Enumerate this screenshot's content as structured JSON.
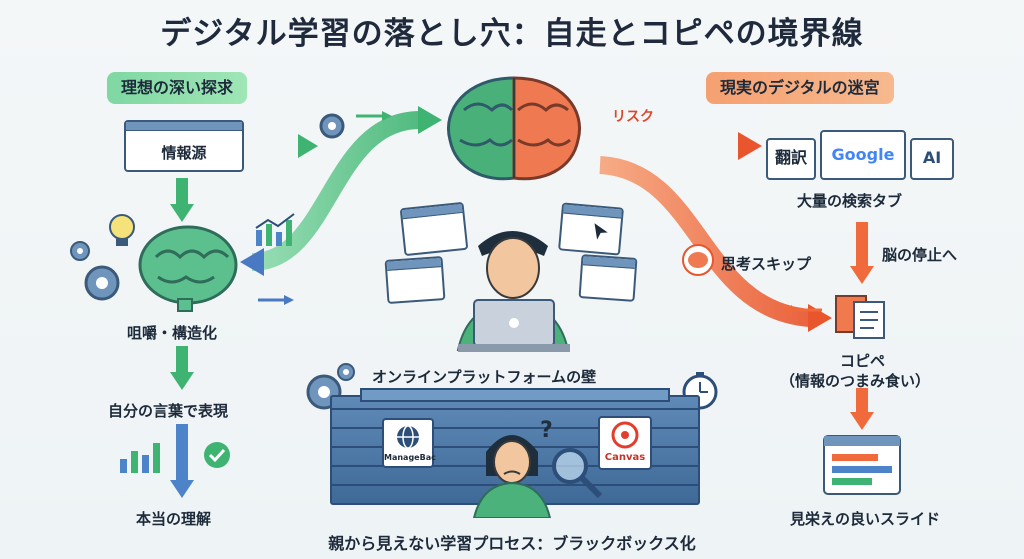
{
  "title": "デジタル学習の落とし穴：自走とコピペの境界線",
  "left": {
    "heading": "理想の深い探求",
    "source": "情報源",
    "step1": "咀嚼・構造化",
    "step2": "自分の言葉で表現",
    "step3": "本当の理解"
  },
  "right": {
    "heading": "現実のデジタルの迷宮",
    "risk": "リスク",
    "tabs": [
      "翻訳",
      "Google",
      "AI"
    ],
    "tabs_caption": "大量の検索タブ",
    "skip": "思考スキップ",
    "brain_stop": "脳の停止へ",
    "copy_line1": "コピペ",
    "copy_line2": "（情報のつまみ食い）",
    "result": "見栄えの良いスライド"
  },
  "center": {
    "wall_caption": "オンラインプラットフォームの壁",
    "brand_left": "ManageBac",
    "brand_right": "Canvas",
    "question_mark": "?",
    "bottom_caption": "親から見えない学習プロセス：ブラックボックス化"
  },
  "colors": {
    "green": "#4cc07e",
    "orange": "#f06a3c",
    "blue": "#4d83c9",
    "navy": "#2c4e78"
  }
}
